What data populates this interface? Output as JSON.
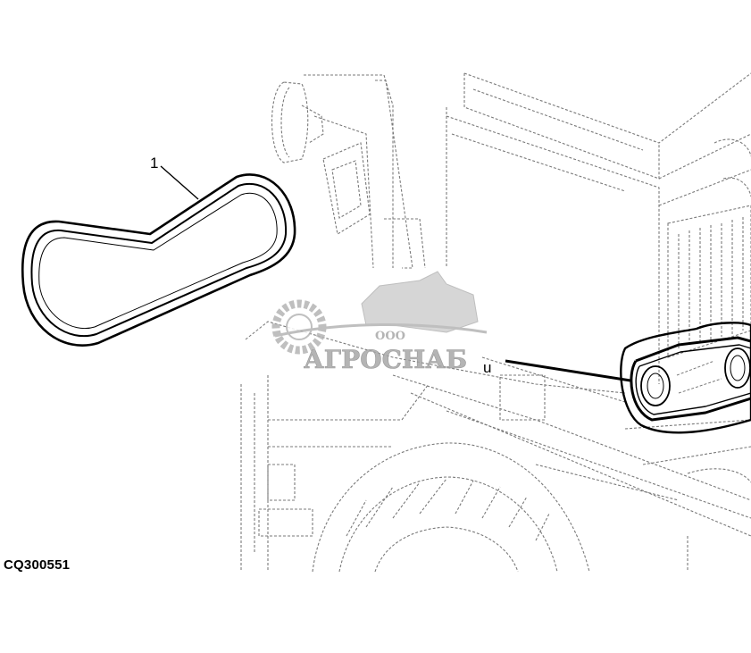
{
  "diagram": {
    "callout_number": "1",
    "stray_label": "u",
    "figure_id": "CQ300551"
  },
  "watermark": {
    "prefix": "ООО",
    "brand": "АГРОСНАБ"
  },
  "colors": {
    "line": "#000000",
    "sketch": "#7a7a7a",
    "watermark": "#b4b4b4"
  }
}
